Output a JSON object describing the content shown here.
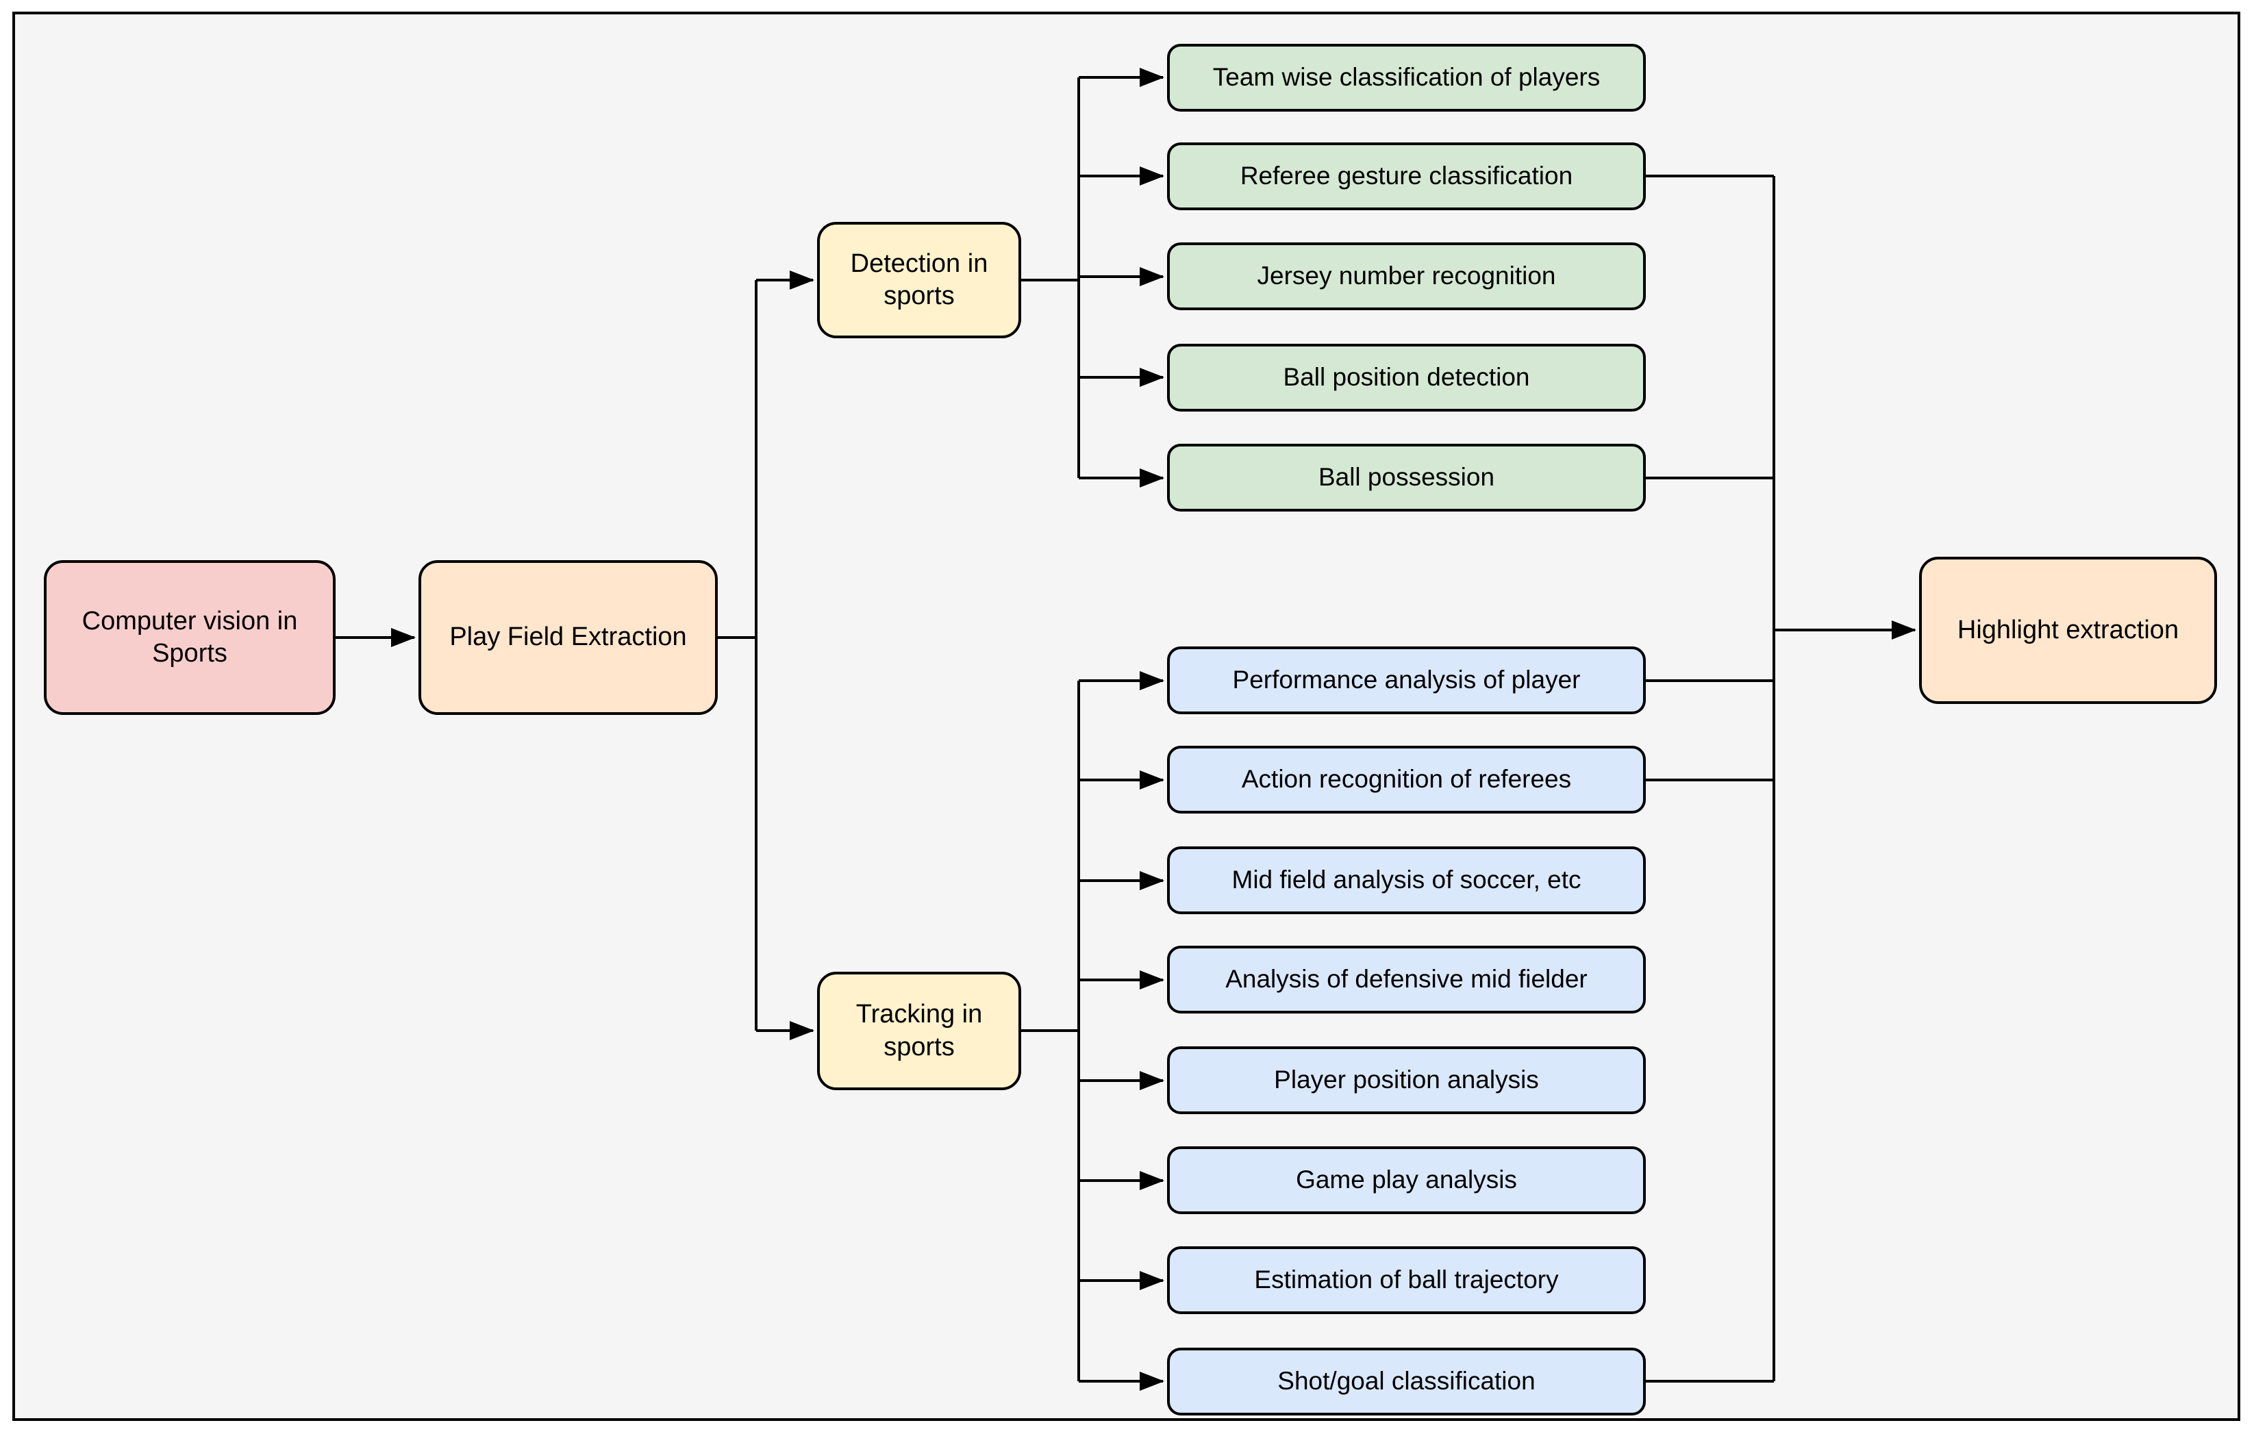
{
  "diagram": {
    "title": "Computer vision in sports taxonomy flowchart",
    "background_color": "#f5f5f5",
    "stroke_color": "#000000",
    "nodes": {
      "root": {
        "label": "Computer vision in Sports",
        "fill": "#f8cecc"
      },
      "play_field": {
        "label": "Play Field Extraction",
        "fill": "#ffe6cc"
      },
      "detection": {
        "label": "Detection in sports",
        "fill": "#fff2cc"
      },
      "tracking": {
        "label": "Tracking in sports",
        "fill": "#fff2cc"
      },
      "highlight": {
        "label": "Highlight extraction",
        "fill": "#ffe6cc"
      },
      "detection_children": [
        {
          "label": "Team wise classification of players",
          "fill": "#d5e8d4"
        },
        {
          "label": "Referee gesture classification",
          "fill": "#d5e8d4"
        },
        {
          "label": "Jersey number recognition",
          "fill": "#d5e8d4"
        },
        {
          "label": "Ball position detection",
          "fill": "#d5e8d4"
        },
        {
          "label": "Ball possession",
          "fill": "#d5e8d4"
        }
      ],
      "tracking_children": [
        {
          "label": "Performance analysis of player",
          "fill": "#dae8fc"
        },
        {
          "label": "Action recognition of referees",
          "fill": "#dae8fc"
        },
        {
          "label": "Mid field analysis of soccer, etc",
          "fill": "#dae8fc"
        },
        {
          "label": "Analysis of defensive mid fielder",
          "fill": "#dae8fc"
        },
        {
          "label": "Player position analysis",
          "fill": "#dae8fc"
        },
        {
          "label": "Game play analysis",
          "fill": "#dae8fc"
        },
        {
          "label": "Estimation of ball trajectory",
          "fill": "#dae8fc"
        },
        {
          "label": "Shot/goal classification",
          "fill": "#dae8fc"
        }
      ]
    },
    "edges": [
      {
        "from": "Computer vision in Sports",
        "to": "Play Field Extraction"
      },
      {
        "from": "Play Field Extraction",
        "to": "Detection in sports"
      },
      {
        "from": "Play Field Extraction",
        "to": "Tracking in sports"
      },
      {
        "from": "Detection in sports",
        "to": "Team wise classification of players"
      },
      {
        "from": "Detection in sports",
        "to": "Referee gesture classification"
      },
      {
        "from": "Detection in sports",
        "to": "Jersey number recognition"
      },
      {
        "from": "Detection in sports",
        "to": "Ball position detection"
      },
      {
        "from": "Detection in sports",
        "to": "Ball possession"
      },
      {
        "from": "Tracking in sports",
        "to": "Performance analysis of player"
      },
      {
        "from": "Tracking in sports",
        "to": "Action recognition of referees"
      },
      {
        "from": "Tracking in sports",
        "to": "Mid field analysis of soccer, etc"
      },
      {
        "from": "Tracking in sports",
        "to": "Analysis of defensive mid fielder"
      },
      {
        "from": "Tracking in sports",
        "to": "Player position analysis"
      },
      {
        "from": "Tracking in sports",
        "to": "Game play analysis"
      },
      {
        "from": "Tracking in sports",
        "to": "Estimation of ball trajectory"
      },
      {
        "from": "Tracking in sports",
        "to": "Shot/goal classification"
      },
      {
        "from": "Referee gesture classification",
        "to": "Highlight extraction"
      },
      {
        "from": "Ball possession",
        "to": "Highlight extraction"
      },
      {
        "from": "Performance analysis of player",
        "to": "Highlight extraction"
      },
      {
        "from": "Action recognition of referees",
        "to": "Highlight extraction"
      },
      {
        "from": "Shot/goal classification",
        "to": "Highlight extraction"
      }
    ]
  }
}
